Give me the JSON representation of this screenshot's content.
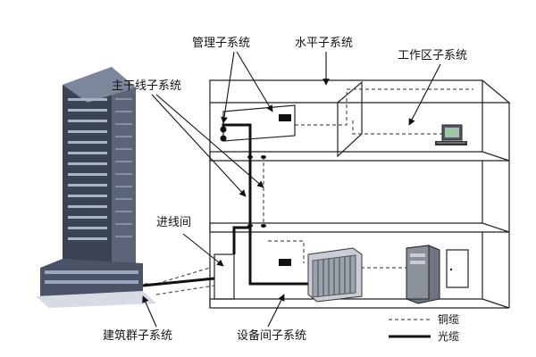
{
  "labels": {
    "management": "管理子系统",
    "horizontal": "水平子系统",
    "work_area": "工作区子系统",
    "backbone": "主干线子系统",
    "entrance": "进线间",
    "campus": "建筑群子系统",
    "equipment_room": "设备间子系统"
  },
  "legend": {
    "copper": "铜缆",
    "fiber": "光缆"
  },
  "colors": {
    "line": "#111111",
    "copper_dash": "#555555",
    "building_dark": "#2b3140",
    "building_window": "#9aa6bd"
  }
}
